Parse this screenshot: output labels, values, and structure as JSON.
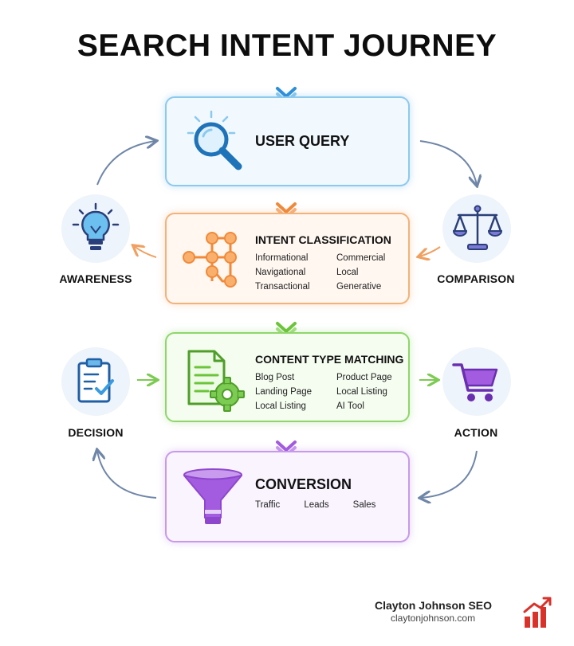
{
  "title": "SEARCH INTENT JOURNEY",
  "cards": {
    "query": {
      "heading": "USER QUERY"
    },
    "intent": {
      "heading": "INTENT CLASSIFICATION",
      "items": [
        "Informational",
        "Commercial",
        "Navigational",
        "Local",
        "Transactional",
        "Generative"
      ]
    },
    "content": {
      "heading": "CONTENT TYPE MATCHING",
      "items": [
        "Blog Post",
        "Product Page",
        "Landing Page",
        "Local Listing",
        "Local Listing",
        "AI Tool"
      ]
    },
    "conversion": {
      "heading": "CONVERSION",
      "items": [
        "Traffic",
        "Leads",
        "Sales"
      ]
    }
  },
  "stages": {
    "awareness": "AWARENESS",
    "comparison": "COMPARISON",
    "decision": "DECISION",
    "action": "ACTION"
  },
  "icons": {
    "query": "magnifier-icon",
    "intent": "flow-nodes-icon",
    "content": "document-gear-icon",
    "conversion": "funnel-icon",
    "awareness": "lightbulb-icon",
    "comparison": "scales-icon",
    "decision": "clipboard-check-icon",
    "action": "shopping-cart-icon"
  },
  "colors": {
    "blue": "#2b8ed8",
    "orange": "#f08a3a",
    "green": "#6cc43a",
    "purple": "#a35be0",
    "navy": "#2a3f7a"
  },
  "brand": {
    "name": "Clayton Johnson SEO",
    "url": "claytonjohnson.com"
  }
}
